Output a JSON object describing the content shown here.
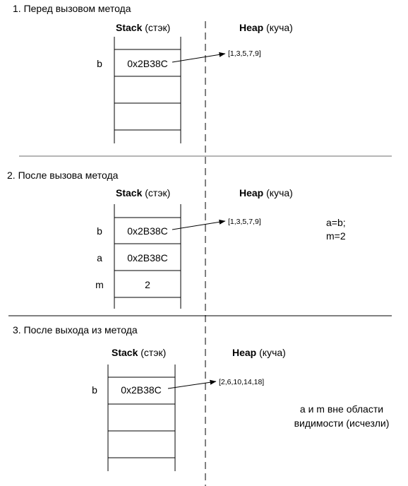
{
  "sections": [
    {
      "title": "1. Перед вызовом метода",
      "stack_word": "Stack",
      "stack_paren": " (стэк)",
      "heap_word": "Heap",
      "heap_paren": " (куча)",
      "rows": [
        {
          "var": "b",
          "value": "0x2B38C"
        },
        {
          "var": "",
          "value": ""
        },
        {
          "var": "",
          "value": ""
        }
      ],
      "heap_value": "[1,3,5,7,9]",
      "note_lines": []
    },
    {
      "title": "2. После вызова метода",
      "stack_word": "Stack",
      "stack_paren": " (стэк)",
      "heap_word": "Heap",
      "heap_paren": " (куча)",
      "rows": [
        {
          "var": "b",
          "value": "0x2B38C"
        },
        {
          "var": "a",
          "value": "0x2B38C"
        },
        {
          "var": "m",
          "value": "2"
        }
      ],
      "heap_value": "[1,3,5,7,9]",
      "note_lines": [
        "a=b;",
        "m=2"
      ]
    },
    {
      "title": "3. После выхода из метода",
      "stack_word": "Stack",
      "stack_paren": " (стэк)",
      "heap_word": "Heap",
      "heap_paren": " (куча)",
      "rows": [
        {
          "var": "b",
          "value": "0x2B38C"
        },
        {
          "var": "",
          "value": ""
        },
        {
          "var": "",
          "value": ""
        }
      ],
      "heap_value": "[2,6,10,14,18]",
      "note_lines": [
        "a и m вне области",
        "видимости (исчезли)"
      ]
    }
  ]
}
